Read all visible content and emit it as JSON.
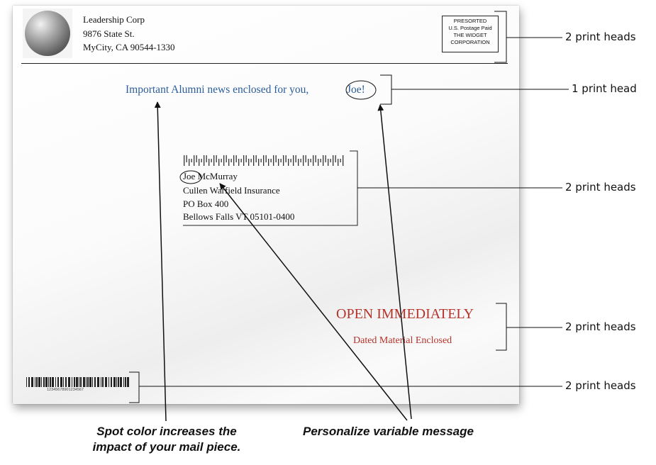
{
  "return_address": {
    "name": "Leadership Corp",
    "street": "9876 State St.",
    "city": "MyCity, CA 90544-1330"
  },
  "postage": {
    "lines": [
      "PRESORTED",
      "U.S. Postage Paid",
      "THE WIDGET",
      "CORPORATION"
    ]
  },
  "message": {
    "text": "Important Alumni news enclosed for you,",
    "name": "Joe!"
  },
  "recipient": {
    "line1": "Joe McMurray",
    "line2": "Cullen Warfield Insurance",
    "line3": "PO Box 400",
    "line4": "Bellows Falls VT 05101-0400"
  },
  "callout": {
    "open": "OPEN IMMEDIATELY",
    "dated": "Dated Material Enclosed"
  },
  "barcode_number": "12345678901234567",
  "annotations": {
    "postage_heads": "2 print heads",
    "message_heads": "1 print head",
    "address_heads": "2 print heads",
    "callout_heads": "2 print heads",
    "barcode_heads": "2 print heads"
  },
  "captions": {
    "spot_color_line1": "Spot color increases the",
    "spot_color_line2": "impact of your mail piece.",
    "personalize": "Personalize variable message"
  },
  "colors": {
    "message_blue": "#2b5d9a",
    "callout_red": "#b5332b"
  }
}
